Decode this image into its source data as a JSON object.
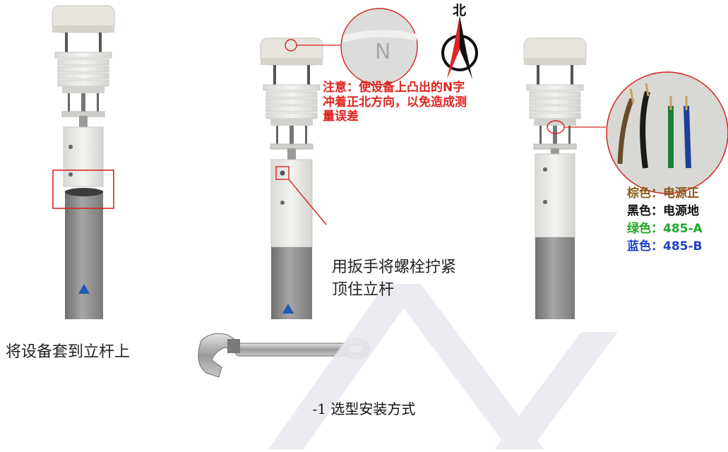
{
  "labels": {
    "north": "北",
    "n_letter": "N",
    "note": "注意：使设备上凸出的N字冲着正北方向，以免造成测量误差",
    "install_line1": "用扳手将螺栓拧紧",
    "install_line2": "顶住立杆",
    "step1": "将设备套到立杆上",
    "caption": "-1 选型安装方式"
  },
  "wires": [
    {
      "label": "棕色：",
      "value": "电源正",
      "color": "#8b5a1a"
    },
    {
      "label": "黑色：",
      "value": "电源地",
      "color": "#111111"
    },
    {
      "label": "绿色：",
      "value": "485-A",
      "color": "#22a82a"
    },
    {
      "label": "蓝色：",
      "value": "485-B",
      "color": "#2140c9"
    }
  ],
  "colors": {
    "highlight_red": "#e0231f",
    "arrow_blue": "#1f5bb0",
    "pole_gray": "#8c8c8c",
    "device_white": "#ecebe6",
    "watermark": "#e9eaf0"
  }
}
